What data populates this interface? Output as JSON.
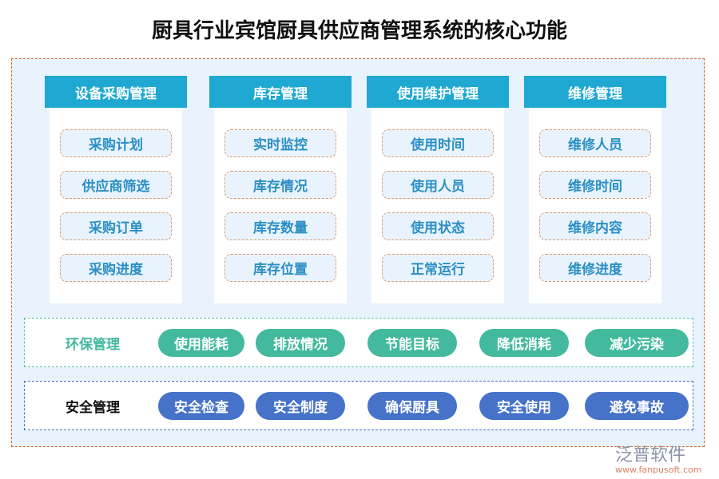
{
  "title": "厨具行业宾馆厨具供应商管理系统的核心功能",
  "colors": {
    "header": "#1ea8d2",
    "env": "#43b99e",
    "safety": "#4672c9",
    "border": "#c8682a"
  },
  "columns": [
    {
      "title": "设备采购管理",
      "items": [
        "采购计划",
        "供应商筛选",
        "采购订单",
        "采购进度"
      ]
    },
    {
      "title": "库存管理",
      "items": [
        "实时监控",
        "库存情况",
        "库存数量",
        "库存位置"
      ]
    },
    {
      "title": "使用维护管理",
      "items": [
        "使用时间",
        "使用人员",
        "使用状态",
        "正常运行"
      ]
    },
    {
      "title": "维修管理",
      "items": [
        "维修人员",
        "维修时间",
        "维修内容",
        "维修进度"
      ]
    }
  ],
  "env": {
    "label": "环保管理",
    "items": [
      "使用能耗",
      "排放情况",
      "节能目标",
      "降低消耗",
      "减少污染"
    ]
  },
  "safety": {
    "label": "安全管理",
    "items": [
      "安全检查",
      "安全制度",
      "确保厨具",
      "安全使用",
      "避免事故"
    ]
  },
  "watermark": {
    "name": "泛普软件",
    "url": "www.fanpusoft.com"
  }
}
